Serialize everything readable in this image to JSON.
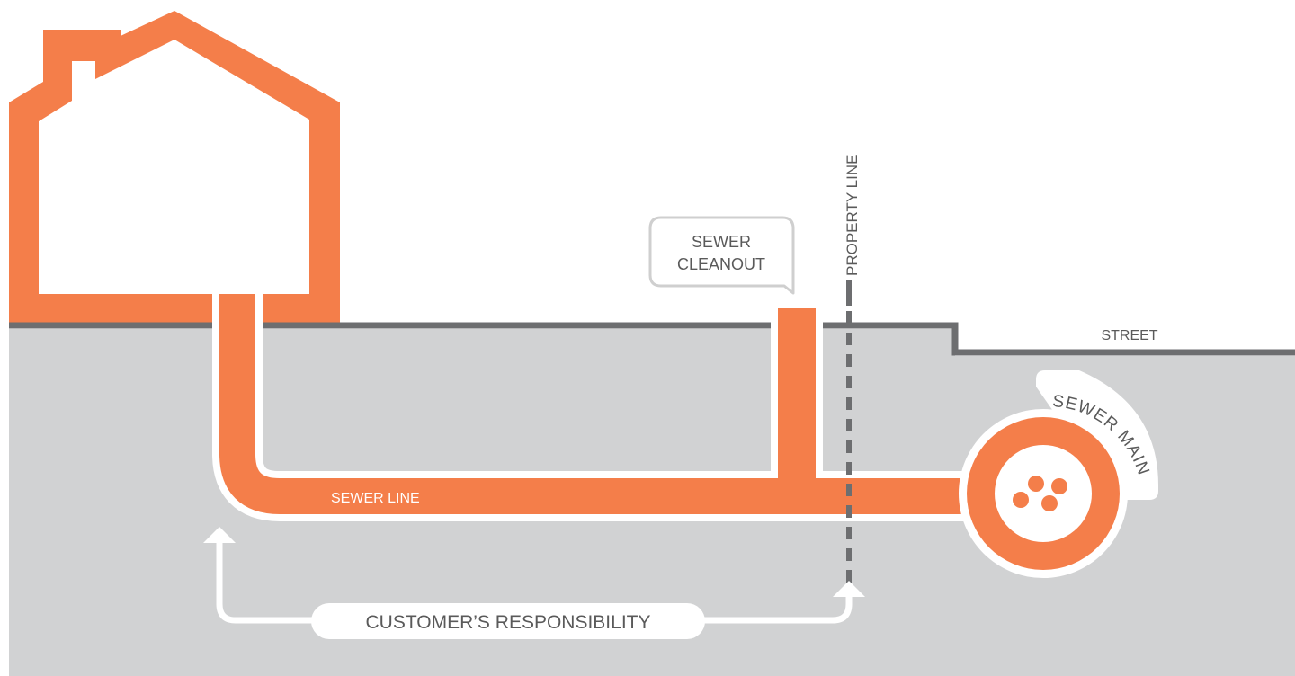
{
  "labels": {
    "sewer_cleanout_line1": "SEWER",
    "sewer_cleanout_line2": "CLEANOUT",
    "property_line": "PROPERTY LINE",
    "street": "STREET",
    "sewer_line": "SEWER LINE",
    "sewer_main": "SEWER MAIN",
    "customer_responsibility": "CUSTOMER’S RESPONSIBILITY"
  },
  "colors": {
    "orange": "#f47e4a",
    "ground": "#d1d2d3",
    "ground_line": "#6d6e70",
    "text": "#5a5a5a",
    "white": "#ffffff"
  }
}
